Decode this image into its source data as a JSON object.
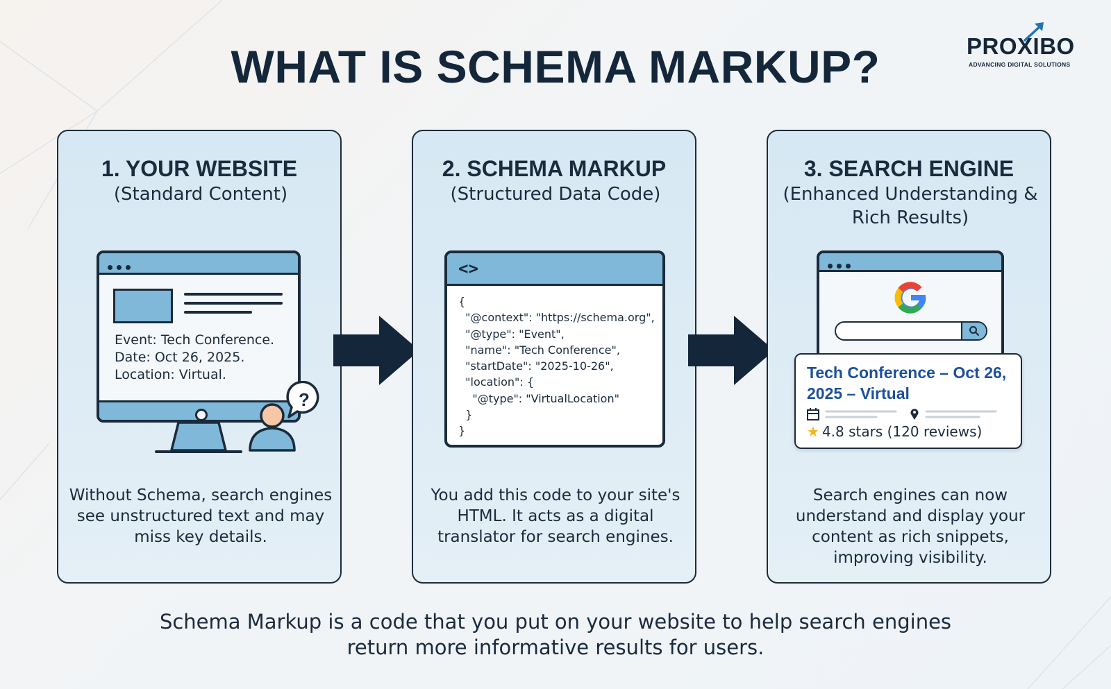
{
  "title": "WHAT IS SCHEMA MARKUP?",
  "logo": {
    "name": "PROXIBO",
    "tagline": "ADVANCING DIGITAL SOLUTIONS"
  },
  "panels": [
    {
      "title": "1. YOUR WEBSITE",
      "subtitle": "(Standard Content)",
      "illustration": {
        "lines": [
          "Event: Tech Conference.",
          "Date: Oct 26, 2025.",
          "Location: Virtual."
        ],
        "question": "?"
      },
      "description": "Without Schema, search engines see unstructured text and may miss key details."
    },
    {
      "title": "2. SCHEMA MARKUP",
      "subtitle": "(Structured Data Code)",
      "illustration": {
        "icon": "<>",
        "code": "{\n  \"@context\": \"https://schema.org\",\n  \"@type\": \"Event\",\n  \"name\": \"Tech Conference\",\n  \"startDate\": \"2025-10-26\",\n  \"location\": {\n    \"@type\": \"VirtualLocation\"\n  }\n}"
      },
      "description": "You add this code to your site's HTML. It acts as a digital translator for search engines."
    },
    {
      "title": "3. SEARCH ENGINE",
      "subtitle": "(Enhanced Understanding & Rich Results)",
      "illustration": {
        "result_title": "Tech Conference – Oct 26, 2025 – Virtual",
        "rating": "4.8 stars (120 reviews)"
      },
      "description": "Search engines can now understand and display your content as rich snippets, improving visibility."
    }
  ],
  "footer": "Schema Markup is a code that you put on your website to help search engines return more informative results for users.",
  "colors": {
    "navy": "#14273a",
    "panel": "#d6e8f3",
    "accent": "#7fb8d8",
    "link": "#1d4f9c",
    "star": "#f5b617"
  }
}
